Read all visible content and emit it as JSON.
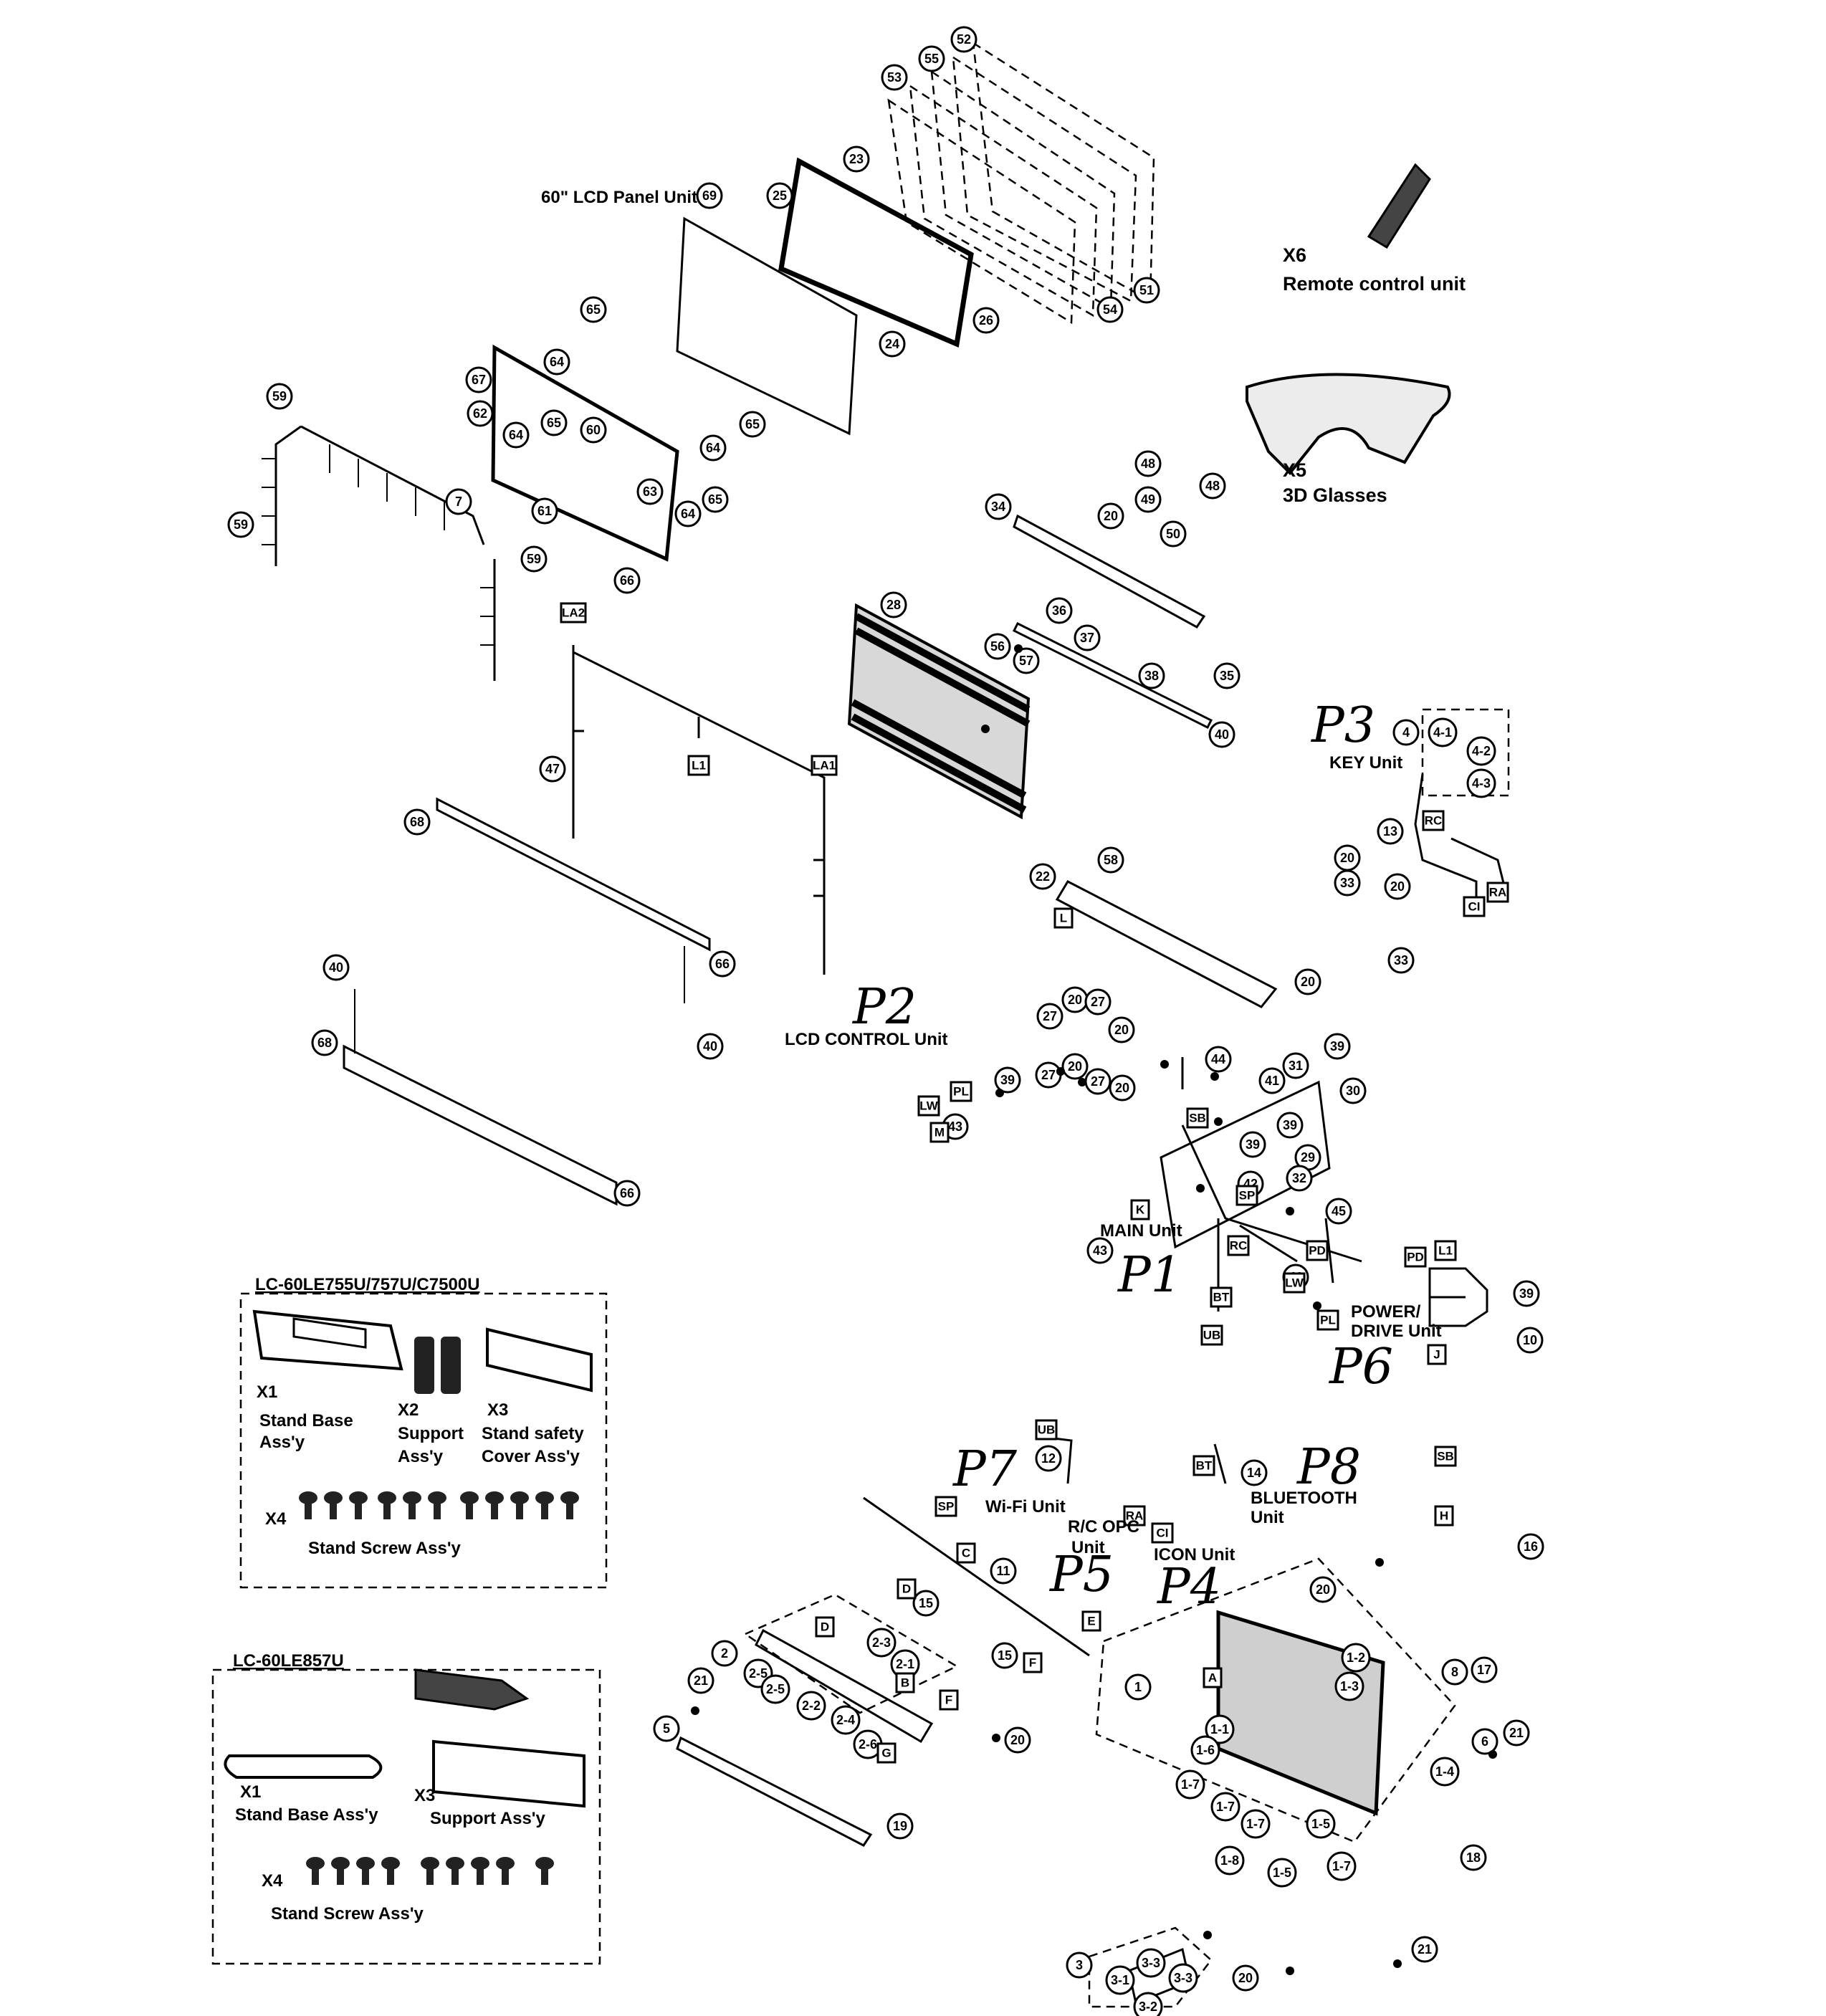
{
  "callouts": [
    {
      "t": "52"
    },
    {
      "t": "55"
    },
    {
      "t": "53"
    },
    {
      "t": "23"
    },
    {
      "t": "25"
    },
    {
      "t": "69"
    },
    {
      "t": "26"
    },
    {
      "t": "24"
    },
    {
      "t": "54"
    },
    {
      "t": "51"
    },
    {
      "t": "65"
    },
    {
      "t": "64"
    },
    {
      "t": "67"
    },
    {
      "t": "62"
    },
    {
      "t": "64"
    },
    {
      "t": "65"
    },
    {
      "t": "60"
    },
    {
      "t": "65"
    },
    {
      "t": "64"
    },
    {
      "t": "63"
    },
    {
      "t": "65"
    },
    {
      "t": "64"
    },
    {
      "t": "61"
    },
    {
      "t": "66"
    },
    {
      "t": "59"
    },
    {
      "t": "59"
    },
    {
      "t": "59"
    },
    {
      "t": "7"
    },
    {
      "t": "48"
    },
    {
      "t": "49"
    },
    {
      "t": "48"
    },
    {
      "t": "50"
    },
    {
      "t": "34"
    },
    {
      "t": "20"
    },
    {
      "t": "36"
    },
    {
      "t": "37"
    },
    {
      "t": "38"
    },
    {
      "t": "35"
    },
    {
      "t": "40"
    },
    {
      "t": "28"
    },
    {
      "t": "56"
    },
    {
      "t": "57"
    },
    {
      "t": "47"
    },
    {
      "t": "68"
    },
    {
      "t": "66"
    },
    {
      "t": "40"
    },
    {
      "t": "40"
    },
    {
      "t": "68"
    },
    {
      "t": "66"
    },
    {
      "t": "22"
    },
    {
      "t": "58"
    },
    {
      "t": "20"
    },
    {
      "t": "4"
    },
    {
      "t": "4-1"
    },
    {
      "t": "4-2"
    },
    {
      "t": "4-3"
    },
    {
      "t": "13"
    },
    {
      "t": "20"
    },
    {
      "t": "33"
    },
    {
      "t": "20"
    },
    {
      "t": "33"
    },
    {
      "t": "27"
    },
    {
      "t": "20"
    },
    {
      "t": "27"
    },
    {
      "t": "20"
    },
    {
      "t": "27"
    },
    {
      "t": "20"
    },
    {
      "t": "27"
    },
    {
      "t": "20"
    },
    {
      "t": "39"
    },
    {
      "t": "43"
    },
    {
      "t": "44"
    },
    {
      "t": "31"
    },
    {
      "t": "41"
    },
    {
      "t": "39"
    },
    {
      "t": "30"
    },
    {
      "t": "39"
    },
    {
      "t": "39"
    },
    {
      "t": "29"
    },
    {
      "t": "42"
    },
    {
      "t": "32"
    },
    {
      "t": "45"
    },
    {
      "t": "43"
    },
    {
      "t": "46"
    },
    {
      "t": "39"
    },
    {
      "t": "10"
    },
    {
      "t": "12"
    },
    {
      "t": "14"
    },
    {
      "t": "16"
    },
    {
      "t": "11"
    },
    {
      "t": "15"
    },
    {
      "t": "15"
    },
    {
      "t": "2"
    },
    {
      "t": "2-3"
    },
    {
      "t": "2-1"
    },
    {
      "t": "2-5"
    },
    {
      "t": "2-5"
    },
    {
      "t": "2-2"
    },
    {
      "t": "2-4"
    },
    {
      "t": "2-6"
    },
    {
      "t": "21"
    },
    {
      "t": "5"
    },
    {
      "t": "20"
    },
    {
      "t": "19"
    },
    {
      "t": "20"
    },
    {
      "t": "1-2"
    },
    {
      "t": "1-3"
    },
    {
      "t": "1"
    },
    {
      "t": "8"
    },
    {
      "t": "17"
    },
    {
      "t": "1-1"
    },
    {
      "t": "1-6"
    },
    {
      "t": "1-7"
    },
    {
      "t": "1-4"
    },
    {
      "t": "6"
    },
    {
      "t": "21"
    },
    {
      "t": "1-7"
    },
    {
      "t": "1-7"
    },
    {
      "t": "1-5"
    },
    {
      "t": "1-8"
    },
    {
      "t": "1-5"
    },
    {
      "t": "1-7"
    },
    {
      "t": "18"
    },
    {
      "t": "3"
    },
    {
      "t": "3-3"
    },
    {
      "t": "3-1"
    },
    {
      "t": "3-3"
    },
    {
      "t": "20"
    },
    {
      "t": "3-2"
    },
    {
      "t": "21"
    }
  ],
  "boxes": [
    {
      "t": "LA2"
    },
    {
      "t": "L1"
    },
    {
      "t": "LA1"
    },
    {
      "t": "L"
    },
    {
      "t": "RC"
    },
    {
      "t": "RA"
    },
    {
      "t": "CI"
    },
    {
      "t": "PL"
    },
    {
      "t": "LW"
    },
    {
      "t": "M"
    },
    {
      "t": "SB"
    },
    {
      "t": "SP"
    },
    {
      "t": "K"
    },
    {
      "t": "RC"
    },
    {
      "t": "BT"
    },
    {
      "t": "UB"
    },
    {
      "t": "LW"
    },
    {
      "t": "PD"
    },
    {
      "t": "PL"
    },
    {
      "t": "PD"
    },
    {
      "t": "L1"
    },
    {
      "t": "J"
    },
    {
      "t": "UB"
    },
    {
      "t": "RA"
    },
    {
      "t": "CI"
    },
    {
      "t": "BT"
    },
    {
      "t": "SB"
    },
    {
      "t": "H"
    },
    {
      "t": "SP"
    },
    {
      "t": "C"
    },
    {
      "t": "D"
    },
    {
      "t": "E"
    },
    {
      "t": "F"
    },
    {
      "t": "D"
    },
    {
      "t": "B"
    },
    {
      "t": "F"
    },
    {
      "t": "G"
    },
    {
      "t": "A"
    }
  ],
  "labels": {
    "panel_unit": "60\" LCD Panel Unit",
    "x6": "X6",
    "remote": "Remote control unit",
    "x5": "X5",
    "glasses": "3D Glasses",
    "key_unit": "KEY Unit",
    "lcd_control": "LCD CONTROL Unit",
    "main_unit": "MAIN Unit",
    "power_drive_1": "POWER/",
    "power_drive_2": "DRIVE Unit",
    "wifi": "Wi-Fi Unit",
    "rc_opc_1": "R/C OPC",
    "rc_opc_2": "Unit",
    "icon_unit": "ICON Unit",
    "bluetooth_1": "BLUETOOTH",
    "bluetooth_2": "Unit"
  },
  "handwritten": {
    "p1": "P1",
    "p2": "P2",
    "p3": "P3",
    "p4": "P4",
    "p5": "P5",
    "p6": "P6",
    "p7": "P7",
    "p8": "P8"
  },
  "kit1": {
    "title": "LC-60LE755U/757U/C7500U",
    "x1": "X1",
    "x1_name_1": "Stand Base",
    "x1_name_2": "Ass'y",
    "x2": "X2",
    "x2_name_1": "Support",
    "x2_name_2": "Ass'y",
    "x3": "X3",
    "x3_name_1": "Stand safety",
    "x3_name_2": "Cover Ass'y",
    "x4": "X4",
    "x4_name": "Stand Screw Ass'y"
  },
  "kit2": {
    "title": "LC-60LE857U",
    "x1": "X1",
    "x1_name": "Stand Base Ass'y",
    "x3": "X3",
    "x3_name": "Support Ass'y",
    "x4": "X4",
    "x4_name": "Stand Screw Ass'y"
  }
}
